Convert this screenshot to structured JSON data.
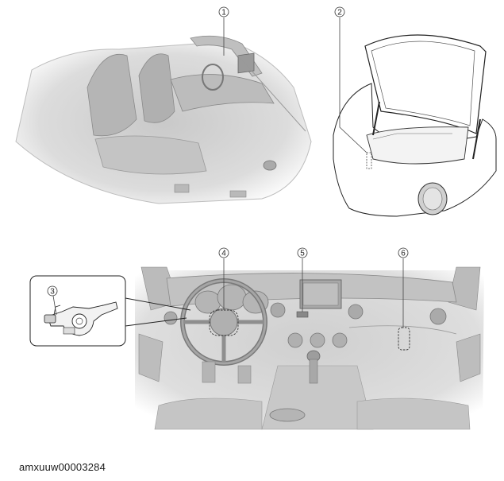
{
  "callouts": [
    {
      "label": "1"
    },
    {
      "label": "2"
    },
    {
      "label": "3"
    },
    {
      "label": "4"
    },
    {
      "label": "5"
    },
    {
      "label": "6"
    }
  ],
  "caption": "amxuuw00003284",
  "colors": {
    "interior_fill": "#d6d6d6",
    "interior_shade": "#b8b8b8",
    "line": "#333333",
    "dashed": "#444444"
  }
}
